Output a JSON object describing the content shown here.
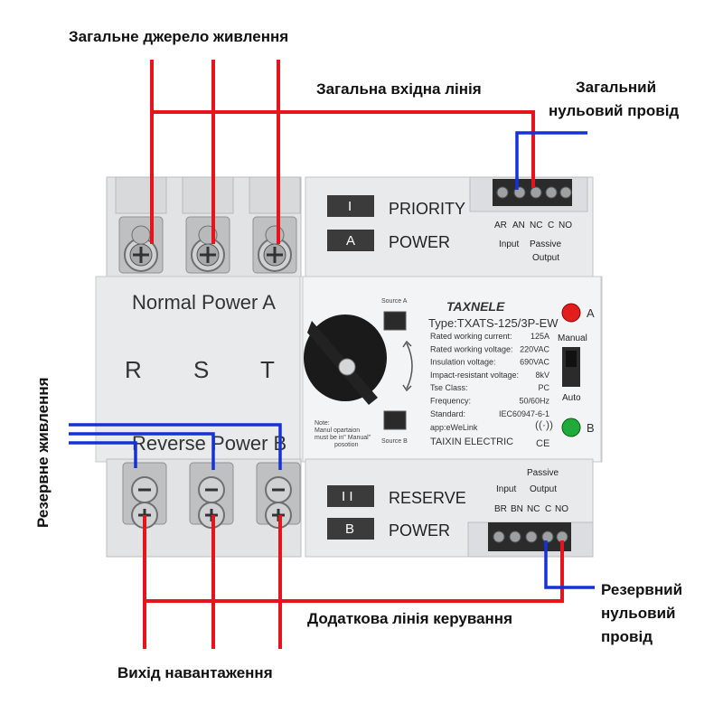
{
  "labels": {
    "main_power_source": "Загальне джерело живлення",
    "main_input_line": "Загальна вхідна лінія",
    "main_neutral_line1": "Загальний",
    "main_neutral_line2": "нульовий провід",
    "reserve_power": "Резервне живлення",
    "reserve_neutral_line1": "Резервний",
    "reserve_neutral_line2": "нульовий",
    "reserve_neutral_line3": "провід",
    "aux_control_line": "Додаткова лінія керування",
    "load_output": "Вихід навантаження"
  },
  "device": {
    "normal_section": "Normal Power A",
    "reverse_section": "Reverse Power B",
    "phases": [
      "R",
      "S",
      "T"
    ],
    "top_panel": {
      "box1": "I",
      "text1": "PRIORITY",
      "box2": "A",
      "text2": "POWER"
    },
    "bottom_panel": {
      "box1": "I I",
      "text1": "RESERVE",
      "box2": "B",
      "text2": "POWER"
    },
    "top_terminals": {
      "labels": [
        "AR",
        "AN",
        "NC",
        "C",
        "NO"
      ],
      "input_caption": "Input",
      "passive_caption1": "Passive",
      "passive_caption2": "Output"
    },
    "bottom_terminals": {
      "labels": [
        "BR",
        "BN",
        "NC",
        "C",
        "NO"
      ],
      "input_caption": "Input",
      "passive_caption1": "Passive",
      "passive_caption2": "Output"
    },
    "source_a": "Source A",
    "source_b": "Source B",
    "brand": "TAXNELE",
    "type_line": "Type:TXATS-125/3P-EW",
    "specs": [
      {
        "k": "Rated working current:",
        "v": "125A"
      },
      {
        "k": "Rated working voltage:",
        "v": "220VAC"
      },
      {
        "k": "Insulation voltage:",
        "v": "690VAC"
      },
      {
        "k": "Impact-resistant voltage:",
        "v": "8kV"
      },
      {
        "k": "Tse Class:",
        "v": "PC"
      },
      {
        "k": "Frequency:",
        "v": "50/60Hz"
      },
      {
        "k": "Standard:",
        "v": "IEC60947-6-1"
      }
    ],
    "app_line": "app:eWeLink",
    "maker": "TAIXIN ELECTRIC",
    "ce": "CE",
    "manual": "Manual",
    "auto": "Auto",
    "led_a": "A",
    "led_b": "B",
    "note1": "Note:",
    "note2": "Manul opartaion",
    "note3": "must be in\" Manual\"",
    "note4": "posotion"
  },
  "colors": {
    "red_wire": "#e8141b",
    "blue_wire": "#1432d8",
    "body": "#e6e7e9",
    "body_dark": "#c9cacc",
    "label_box": "#3b3b3b"
  }
}
